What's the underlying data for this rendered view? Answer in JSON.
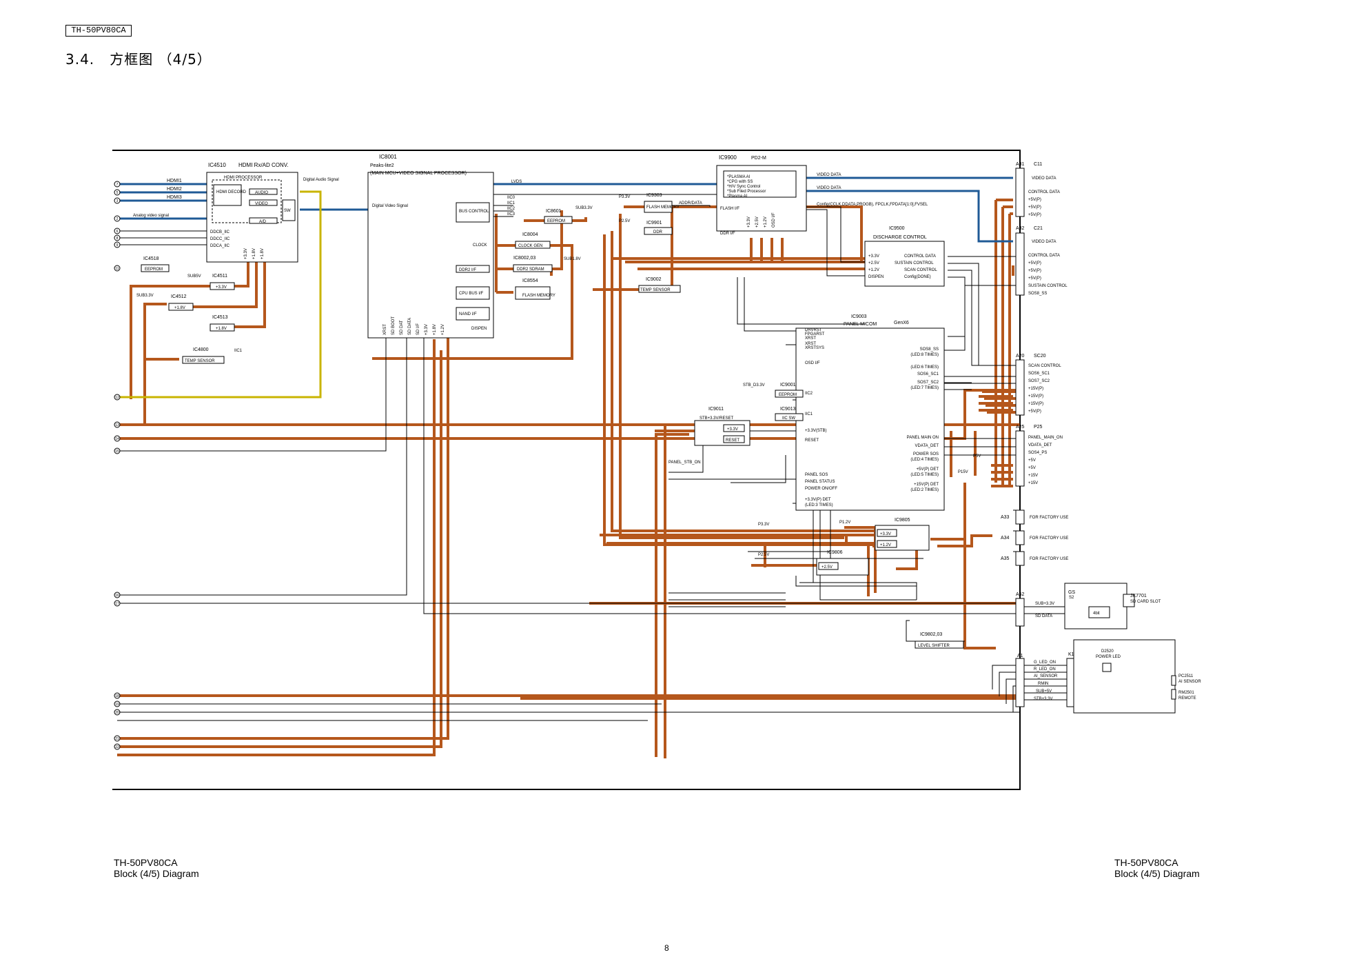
{
  "header": {
    "model": "TH-50PV80CA",
    "section_number": "3.4.",
    "section_title": "方框图 （4/5）"
  },
  "footer": {
    "left_model": "TH-50PV80CA",
    "left_caption": "Block (4/5) Diagram",
    "right_model": "TH-50PV80CA",
    "right_caption": "Block (4/5) Diagram",
    "page_number": "8"
  },
  "colors": {
    "power_line": "#b5571c",
    "video_line": "#1f5a96",
    "audio_line": "#c9b400",
    "signal_line": "#000000"
  },
  "blocks": {
    "ic4510": {
      "ref": "IC4510",
      "title": "HDMI Rx/AD CONV.",
      "processor": "HDMI PROCESSOR",
      "decoder": "HDMI DECORD",
      "audio": "AUDIO",
      "video": "VIDEO",
      "ad": "A/D",
      "sw": "SW"
    },
    "ic8001": {
      "ref": "IC8001",
      "line1": "Peaks-lite2",
      "line2": "(MAIN MCU+VIDEO SIGNAL PROCESSOR)",
      "bus_control": "BUS CONTROL",
      "ddr2_if": "DDR2 I/F",
      "cpu_bus": "CPU BUS I/F",
      "nand_if": "NAND I/F",
      "clock": "CLOCK",
      "dispen": "DISPEN",
      "lvds": "LVDS",
      "digital_video": "Digital Video Signal",
      "digital_audio": "Digital Audio Signal"
    },
    "ic9900": {
      "ref": "IC9900",
      "title": "PD2-M",
      "features": [
        "*PLASMA AI",
        "*CPG with SS",
        "*H/V Sync Control",
        "*Sub Filed Processor",
        "*Plasma AI"
      ],
      "flash_if": "FLASH I/F",
      "ddr_if": "DDR I/F",
      "addr_data": "ADDR/DATA",
      "video_data": "VIDEO DATA",
      "config": "Config(CCLK,DDATA,PROGB), FPCLK,FPDATA[1:0],FVSEL"
    },
    "ic9303": {
      "ref": "IC9303",
      "label": "FLASH MEMORY",
      "rail": "P3.3V"
    },
    "ic9901": {
      "ref": "IC9901",
      "label": "DDR",
      "rail": "P2.5V"
    },
    "ic8601": {
      "ref": "IC8601",
      "label": "EEPROM",
      "rail": "SUB3.3V"
    },
    "ic8004": {
      "ref": "IC8004",
      "label": "CLOCK GEN"
    },
    "ic8002": {
      "ref": "IC8002,03",
      "label": "DDR2 SDRAM",
      "rail": "SUB1.8V"
    },
    "ic8554": {
      "ref": "IC8554",
      "label": "FLASH MEMORY"
    },
    "ic9002": {
      "ref": "IC9002",
      "label": "TEMP SENSOR"
    },
    "ic9500": {
      "ref": "IC9500",
      "title": "DISCHARGE CONTROL",
      "left_pins": [
        "+3.3V",
        "+2.5V",
        "+1.2V",
        "DISPEN"
      ],
      "right_pins": [
        "CONTROL DATA",
        "SUSTAIN CONTROL",
        "SCAN CONTROL",
        "Config(DONE)"
      ]
    },
    "ic9003": {
      "ref": "IC9003",
      "title": "PANEL MICOM",
      "tag": "GenX6",
      "left_pins": [
        "DRVRST",
        "FPGARST",
        "XRST",
        "XRST",
        "XRSTSYS",
        "OSD I/F",
        "IIC2",
        "IIC1",
        "+3.3V(STB)",
        "RESET",
        "PANEL SOS",
        "PANEL STATUS",
        "POWER ON/OFF",
        "+3.3V(P) DET",
        "(LED:3 TIMES)"
      ],
      "right_pins": [
        "SOS8_SS",
        "(LED:8 TIMES)",
        "(LED:6 TIMES)",
        "SOS6_SC1",
        "SOS7_SC2",
        "(LED:7 TIMES)",
        "PANEL MAIN ON",
        "VDATA_DET",
        "POWER SOS",
        "(LED:4 TIMES)",
        "+5V(P) DET",
        "(LED:5 TIMES)",
        "+15V(P) DET",
        "(LED:2 TIMES)"
      ]
    },
    "ic9001": {
      "ref": "IC9001",
      "label": "EEPROM",
      "rail": "STB_D3.3V"
    },
    "ic9013": {
      "ref": "IC9013",
      "label": "IIC SW"
    },
    "ic9011": {
      "ref": "IC9011",
      "title": "STB+3.3V/RESET",
      "out1": "+3.3V",
      "out2": "RESET",
      "stb": "PANEL_STB_ON"
    },
    "ic9805": {
      "ref": "IC9805",
      "out1": "+3.3V",
      "out2": "+1.2V",
      "rail1": "P3.3V",
      "rail2": "P1.2V"
    },
    "ic9806": {
      "ref": "IC9806",
      "out": "+2.5V",
      "rail": "P2.5V"
    },
    "ic9802": {
      "ref": "IC9802,03",
      "label": "LEVEL SHIFTER"
    },
    "ic4518": {
      "ref": "IC4518",
      "label": "EEPROM"
    },
    "ic4511": {
      "ref": "IC4511",
      "label": "+3.3V",
      "rail": "SUB5V"
    },
    "ic4512": {
      "ref": "IC4512",
      "label": "+1.8V",
      "rail": "SUB3.3V"
    },
    "ic4513": {
      "ref": "IC4513",
      "label": "+1.8V"
    },
    "ic4800": {
      "ref": "IC4800",
      "label": "TEMP SENSOR",
      "bus": "IIC1"
    }
  },
  "inputs": {
    "hdmi": [
      "HDMI1",
      "HDMI2",
      "HDMI3"
    ],
    "analog": "Analog video signal",
    "ddc": [
      "DDCB_IIC",
      "DDCC_IIC",
      "DDCA_IIC"
    ],
    "ic4510_rails": [
      "+3.3V",
      "+1.8V",
      "+1.8V"
    ],
    "ic8001_pins": [
      "XRST",
      "SD BOOT",
      "SD DAT",
      "SD DATA",
      "SD I/F",
      "+3.3V",
      "+1.8V",
      "+1.2V"
    ],
    "ic9900_rails": [
      "+3.3V",
      "+2.5V",
      "+1.2V",
      "OSD I/F"
    ],
    "bus_labels": [
      "IIC0",
      "IIC1",
      "IIC2",
      "IIC3"
    ],
    "misc": [
      "P5V",
      "P15V"
    ]
  },
  "connectors": {
    "a31": {
      "ref": "A31",
      "name": "C11",
      "pins": [
        "VIDEO DATA",
        "CONTROL DATA",
        "+5V(P)",
        "+5V(P)",
        "+5V(P)"
      ]
    },
    "a32": {
      "ref": "A32",
      "name": "C21",
      "pins": [
        "VIDEO DATA",
        "CONTROL DATA",
        "+5V(P)",
        "+5V(P)",
        "+5V(P)",
        "SUSTAIN CONTROL",
        "SOS8_SS"
      ]
    },
    "a20": {
      "ref": "A20",
      "name": "SC20",
      "pins": [
        "SCAN CONTROL",
        "SOS6_SC1",
        "SOS7_SC2",
        "+15V(P)",
        "+15V(P)",
        "+15V(P)",
        "+5V(P)"
      ]
    },
    "a25": {
      "ref": "A25",
      "name": "P25",
      "pins": [
        "PANEL_MAIN_ON",
        "VDATA_DET",
        "SOS4_PS",
        "+5V",
        "+5V",
        "+15V",
        "+15V"
      ]
    },
    "factory": [
      {
        "ref": "A33",
        "label": "FOR FACTORY USE"
      },
      {
        "ref": "A34",
        "label": "FOR FACTORY USE"
      },
      {
        "ref": "A35",
        "label": "FOR FACTORY USE"
      }
    ],
    "a52": {
      "ref": "A52",
      "pins": [
        "SUB+3.3V",
        "SD DATA"
      ]
    },
    "gs": {
      "ref": "GS",
      "name": "S2",
      "note": "4bit"
    },
    "jk7701": {
      "ref": "JK7701",
      "label": "SD CARD SLOT"
    },
    "a1": {
      "ref": "A1",
      "pins": [
        "G_LED_ON",
        "R_LED_ON",
        "AI_SENSOR",
        "RMIN",
        "SUB+5V",
        "STB+3.3V"
      ]
    },
    "k1": {
      "ref": "K1"
    },
    "d2520": {
      "ref": "D2520",
      "label": "POWER LED"
    },
    "pc2511": {
      "ref": "PC2511",
      "label": "AI SENSOR"
    },
    "rm2501": {
      "ref": "RM2501",
      "label": "REMOTE"
    }
  },
  "left_terminals": [
    "7",
    "5",
    "3",
    "2",
    "6",
    "8",
    "9",
    "11",
    "12",
    "13",
    "14",
    "15",
    "16",
    "17",
    "18",
    "19",
    "20",
    "21",
    "22"
  ]
}
